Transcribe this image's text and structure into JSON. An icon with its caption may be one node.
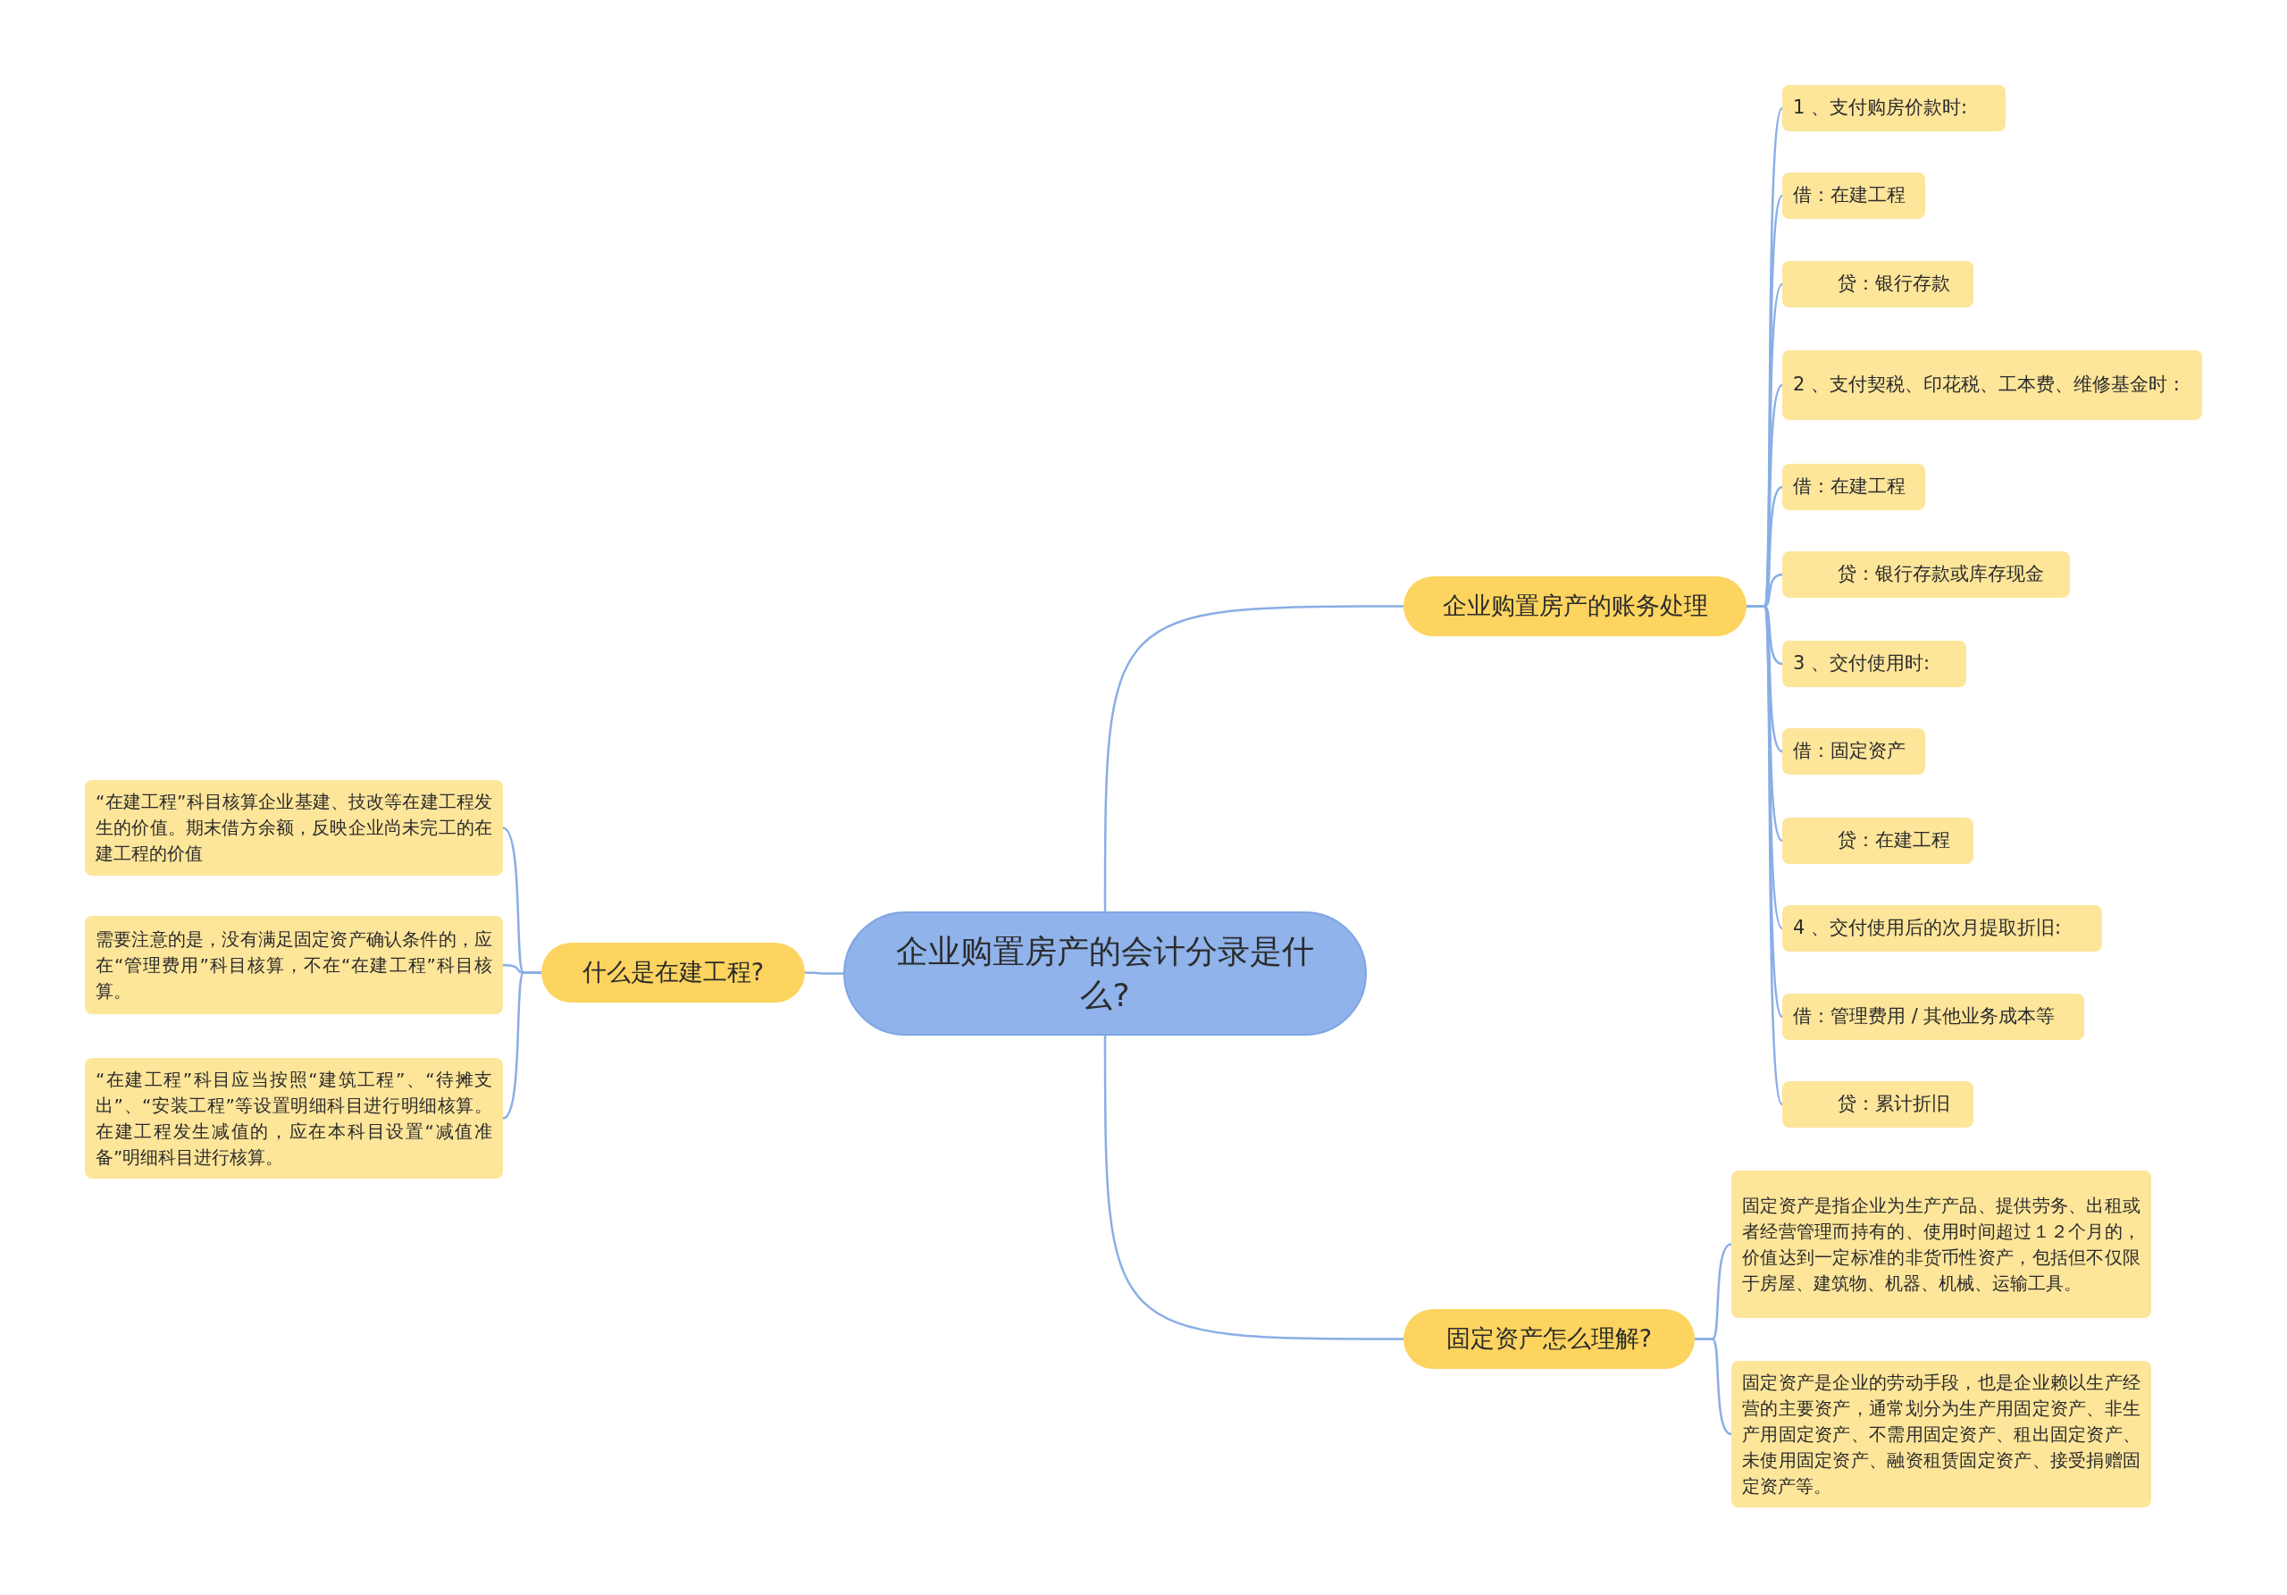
{
  "diagram": {
    "nodes": [
      {
        "text": [
          "企业购置房产的会计分录是什么?"
        ]
      },
      {
        "text": [
          "企业购置房产的账务处理"
        ]
      },
      {
        "text": [
          "1 、支付购房价款时:"
        ]
      },
      {
        "text": [
          "借：在建工程"
        ]
      },
      {
        "text": [
          "贷：银行存款"
        ]
      },
      {
        "text": [
          "2 、支付契税、印花税、工本费、维修基金时 :"
        ]
      },
      {
        "text": [
          "借：在建工程"
        ]
      },
      {
        "text": [
          "贷：银行存款或库存现金"
        ]
      },
      {
        "text": [
          "3 、交付使用时:"
        ]
      },
      {
        "text": [
          "借：固定资产"
        ]
      },
      {
        "text": [
          "贷：在建工程"
        ]
      },
      {
        "text": [
          "4 、交付使用后的次月提取折旧:"
        ]
      },
      {
        "text": [
          "借：管理费用 / 其他业务成本等"
        ]
      },
      {
        "text": [
          "贷：累计折旧"
        ]
      },
      {
        "text": [
          "什么是在建工程?"
        ]
      },
      {
        "text": [
          "“在建工程”科目核算企业基建、技改等在建工程发生的价值。期末借方余额，反映企业尚未完工的在建工程的价值"
        ]
      },
      {
        "text": [
          "需要注意的是，没有满足固定资产确认条件的，应在“管理费用”科目核算，不在“在建工程”科目核算。"
        ]
      },
      {
        "text": [
          "“在建工程”科目应当按照“建筑工程”、“待摊支出”、“安装工程”等设置明细科目进行明细核算。在建工程发生减值的，应在本科目设置“减值准备”明细科目进行核算。"
        ]
      },
      {
        "text": [
          "固定资产怎么理解?"
        ]
      },
      {
        "text": [
          "固定资产是指企业为生产产品、提供劳务、出租或者经营管理而持有的、使用时间超过１２个月的，价值达到一定标准的非货币性资产，包括但不仅限于房屋、建筑物、机器、机械、运输工具。"
        ]
      },
      {
        "text": [
          "固定资产是企业的劳动手段，也是企业赖以生产经营的主要资产，通常划分为生产用固定资产、非生产用固定资产、不需用固定资产、租出固定资产、未使用固定资产、融资租赁固定资产、接受捐赠固定资产等。"
        ]
      }
    ],
    "edges": [
      {
        "from": 0,
        "to": 1,
        "arrow": "none"
      },
      {
        "from": 1,
        "to": 2,
        "arrow": "none"
      },
      {
        "from": 1,
        "to": 3,
        "arrow": "none"
      },
      {
        "from": 1,
        "to": 4,
        "arrow": "none"
      },
      {
        "from": 1,
        "to": 5,
        "arrow": "none"
      },
      {
        "from": 1,
        "to": 6,
        "arrow": "none"
      },
      {
        "from": 1,
        "to": 7,
        "arrow": "none"
      },
      {
        "from": 1,
        "to": 8,
        "arrow": "none"
      },
      {
        "from": 1,
        "to": 9,
        "arrow": "none"
      },
      {
        "from": 1,
        "to": 10,
        "arrow": "none"
      },
      {
        "from": 1,
        "to": 11,
        "arrow": "none"
      },
      {
        "from": 1,
        "to": 12,
        "arrow": "none"
      },
      {
        "from": 1,
        "to": 13,
        "arrow": "none"
      },
      {
        "from": 0,
        "to": 14,
        "arrow": "none"
      },
      {
        "from": 14,
        "to": 15,
        "arrow": "none"
      },
      {
        "from": 14,
        "to": 16,
        "arrow": "none"
      },
      {
        "from": 14,
        "to": 17,
        "arrow": "none"
      },
      {
        "from": 0,
        "to": 18,
        "arrow": "none"
      },
      {
        "from": 18,
        "to": 19,
        "arrow": "none"
      },
      {
        "from": 18,
        "to": 20,
        "arrow": "none"
      }
    ]
  }
}
